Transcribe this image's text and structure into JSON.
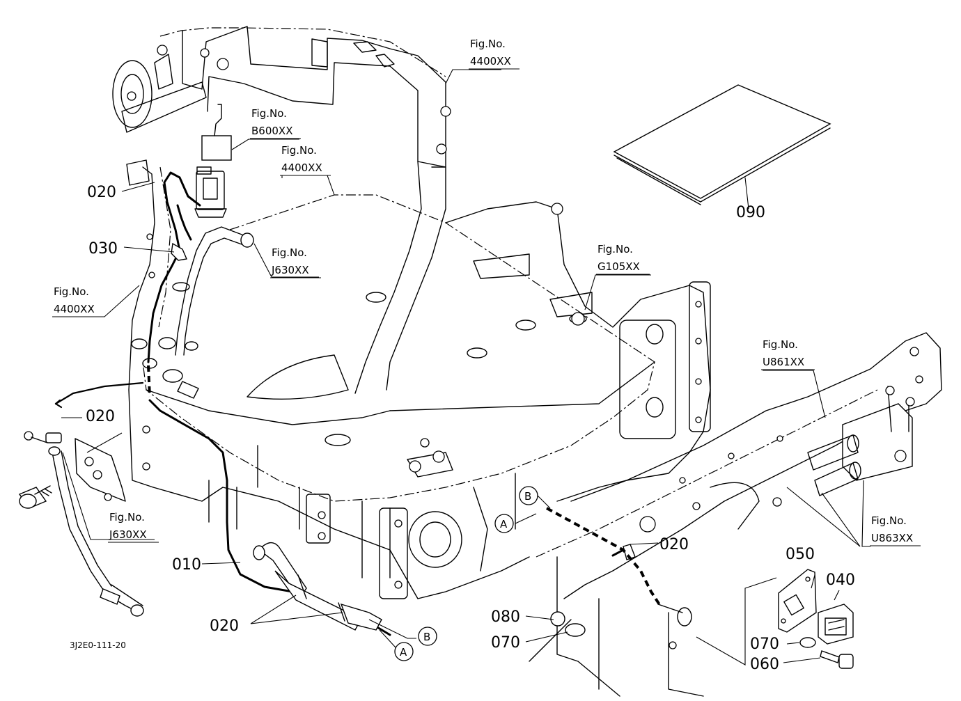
{
  "diagram": {
    "drawing_code": "3J2E0-111-20",
    "part_numbers": {
      "p010": "010",
      "p020a": "020",
      "p020b": "020",
      "p020c": "020",
      "p020d": "020",
      "p030": "030",
      "p040": "040",
      "p050": "050",
      "p060": "060",
      "p070a": "070",
      "p070b": "070",
      "p080": "080",
      "p090": "090"
    },
    "fig_refs": {
      "ref_4400_top": {
        "label": "Fig.No.",
        "code": "4400XX"
      },
      "ref_b600": {
        "label": "Fig.No.",
        "code": "B600XX"
      },
      "ref_4400_center": {
        "label": "Fig.No.",
        "code": "4400XX"
      },
      "ref_j630_top": {
        "label": "Fig.No.",
        "code": "J630XX"
      },
      "ref_4400_left": {
        "label": "Fig.No.",
        "code": "4400XX"
      },
      "ref_g105": {
        "label": "Fig.No.",
        "code": "G105XX"
      },
      "ref_u861": {
        "label": "Fig.No.",
        "code": "U861XX"
      },
      "ref_u863": {
        "label": "Fig.No.",
        "code": "U863XX"
      },
      "ref_j630_bottom": {
        "label": "Fig.No.",
        "code": "J630XX"
      }
    },
    "connection_markers": {
      "a_bottom": "A",
      "b_bottom": "B",
      "a_right": "A",
      "b_right": "B"
    }
  }
}
